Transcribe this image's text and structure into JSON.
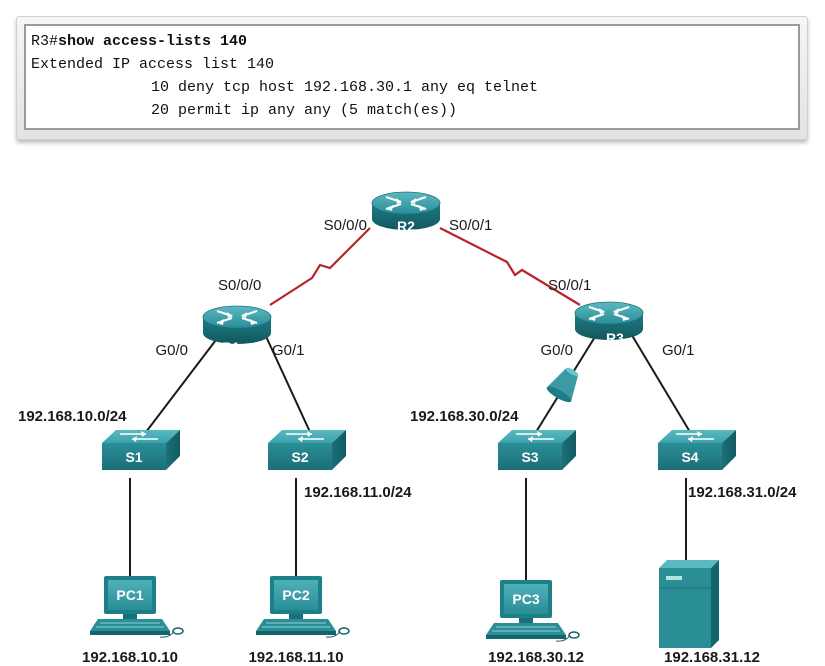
{
  "terminal": {
    "prompt": "R3#",
    "command": "show access-lists 140",
    "lines": [
      "Extended IP access list 140",
      "10 deny tcp host 192.168.30.1 any eq telnet",
      "20 permit ip any any (5 match(es))"
    ]
  },
  "routers": {
    "r1": "R1",
    "r2": "R2",
    "r3": "R3"
  },
  "switches": {
    "s1": "S1",
    "s2": "S2",
    "s3": "S3",
    "s4": "S4"
  },
  "hosts": {
    "pc1": "PC1",
    "pc2": "PC2",
    "pc3": "PC3"
  },
  "interfaces": {
    "r2_s000": "S0/0/0",
    "r2_s001": "S0/0/1",
    "r1_s000": "S0/0/0",
    "r3_s001": "S0/0/1",
    "r1_g00": "G0/0",
    "r1_g01": "G0/1",
    "r3_g00": "G0/0",
    "r3_g01": "G0/1"
  },
  "networks": {
    "lan1": "192.168.10.0/24",
    "lan2": "192.168.11.0/24",
    "lan3": "192.168.30.0/24",
    "lan4": "192.168.31.0/24"
  },
  "addresses": {
    "pc1": "192.168.10.10",
    "pc2": "192.168.11.10",
    "pc3": "192.168.30.12",
    "server": "192.168.31.12"
  },
  "colors": {
    "serial_link": "#b8232f",
    "device": "#2a8e97",
    "acl_marker": "#3b9aa2"
  },
  "icons": {
    "router": "router-icon",
    "switch": "switch-icon",
    "pc": "pc-icon",
    "server": "server-icon",
    "acl": "acl-filter-icon"
  }
}
